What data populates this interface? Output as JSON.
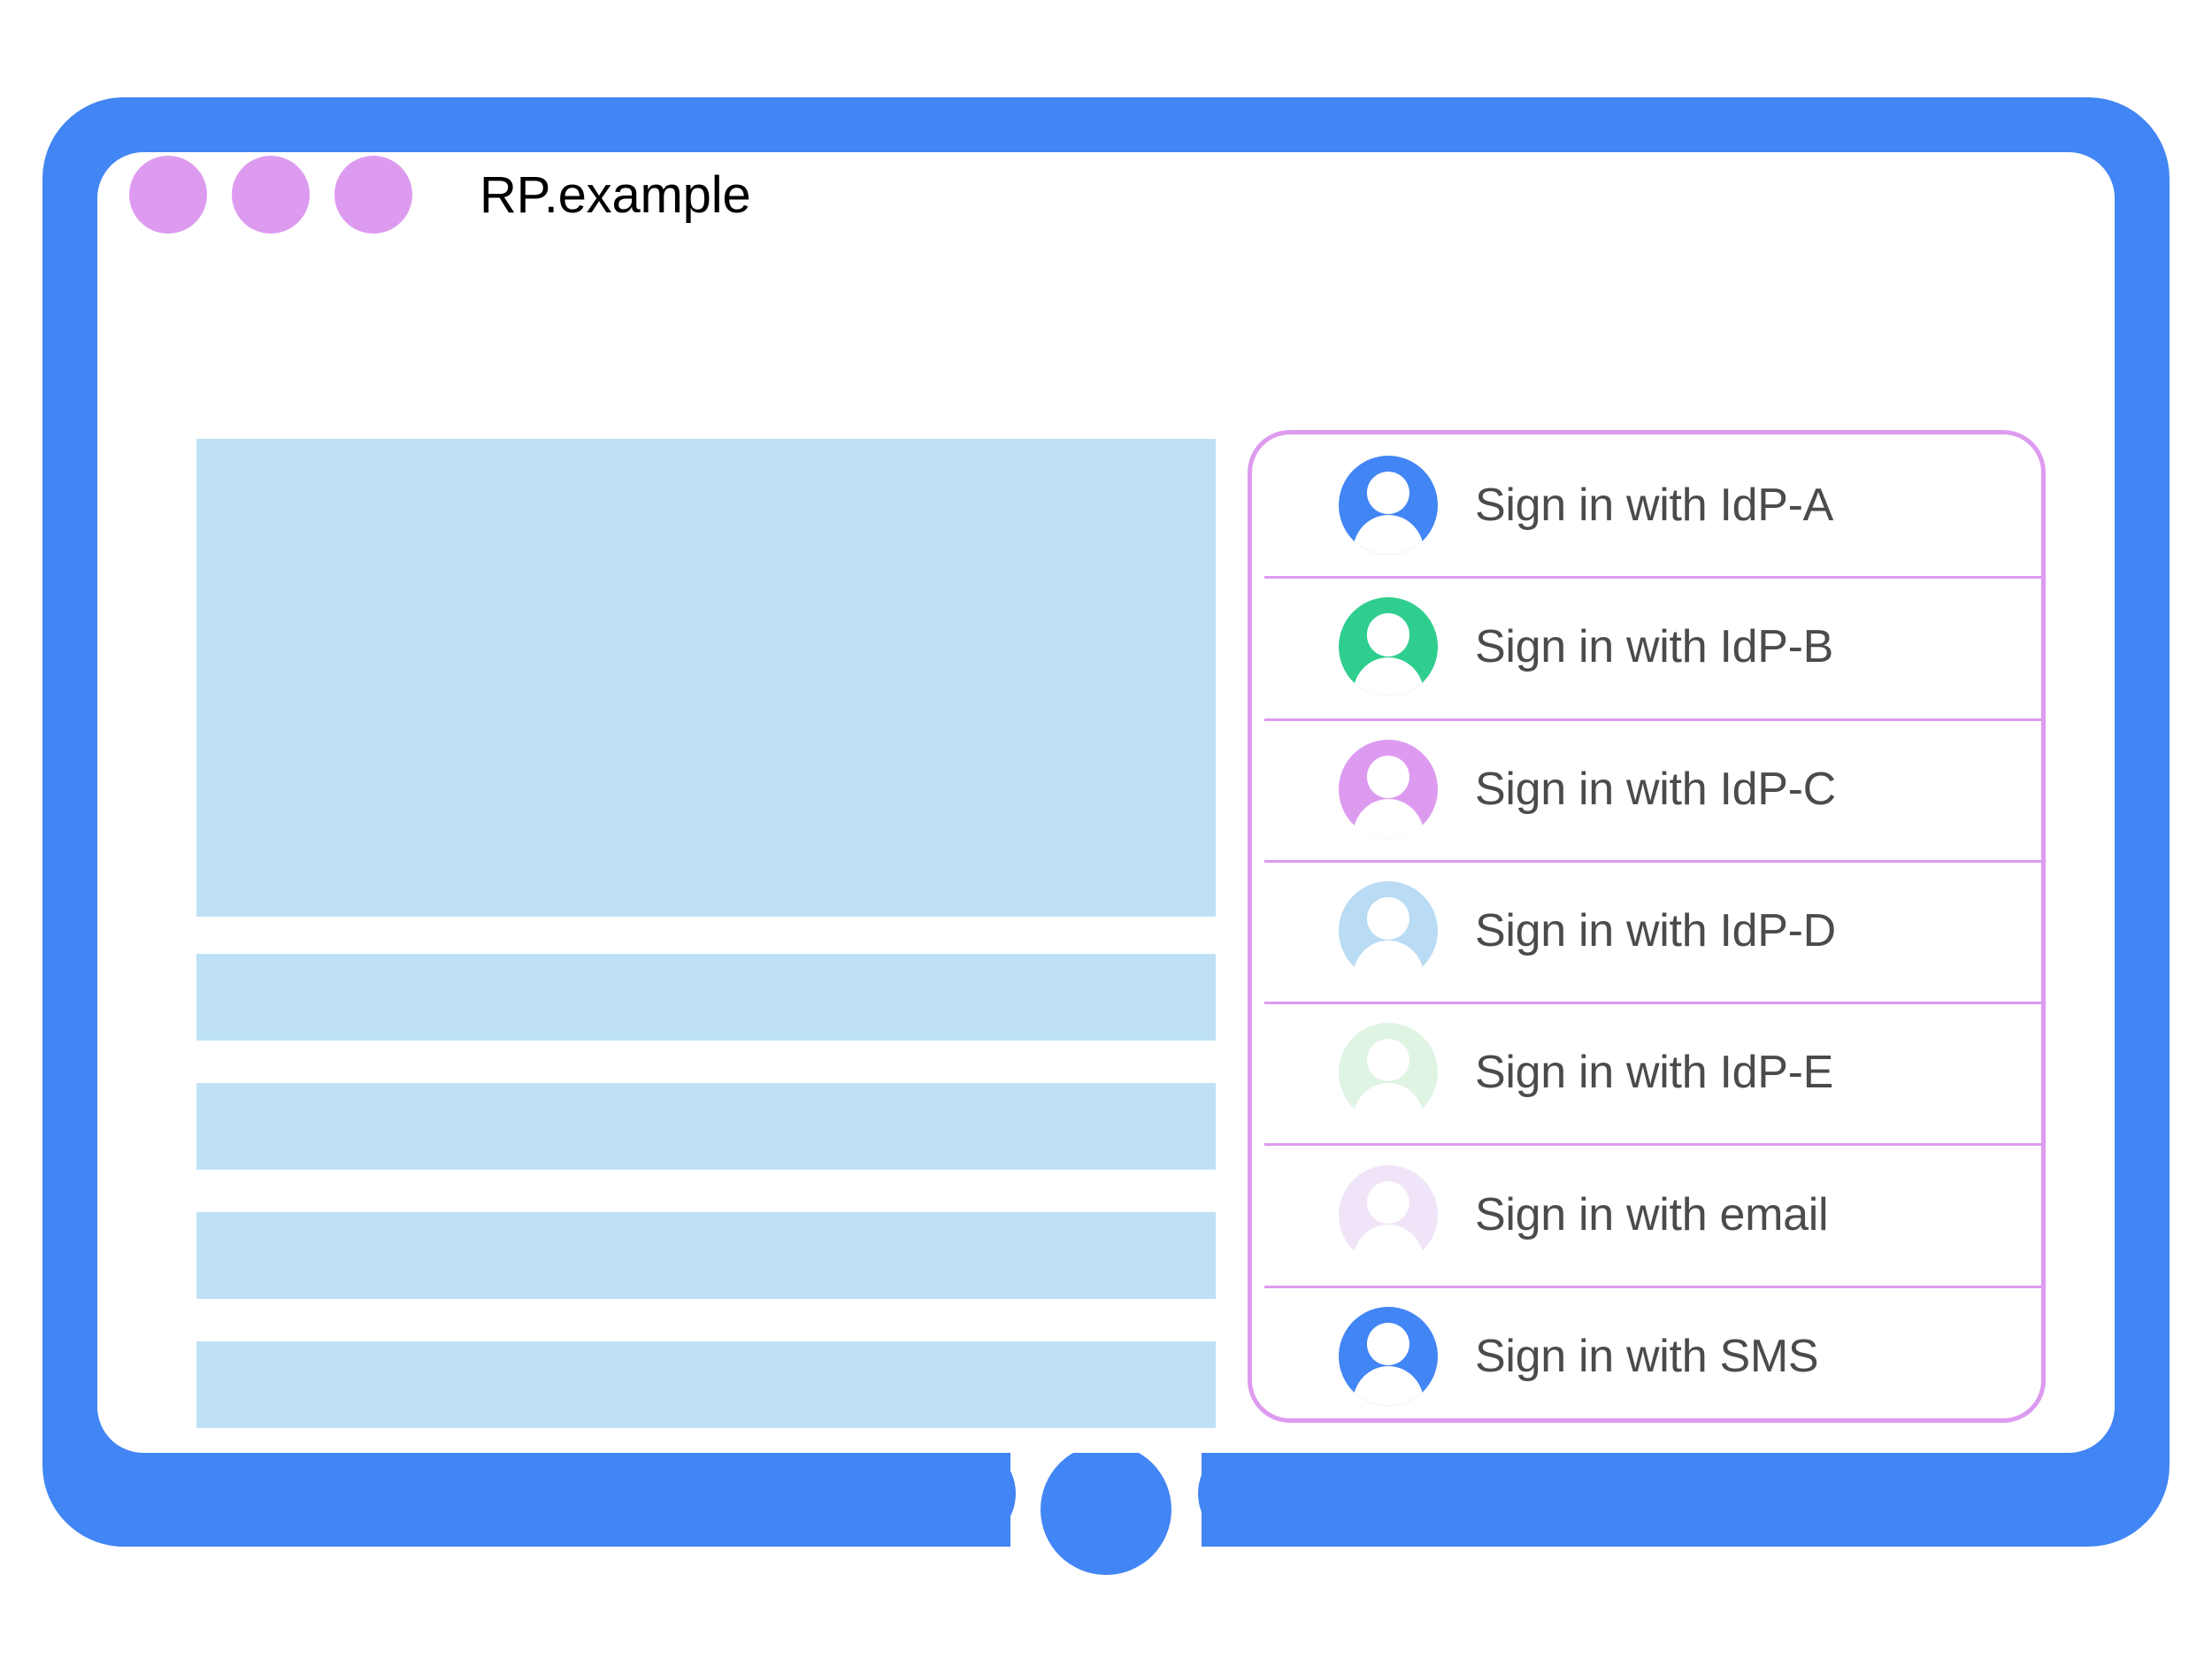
{
  "window": {
    "title": "RP.example",
    "traffic_dots": [
      "dot-1",
      "dot-2",
      "dot-3"
    ],
    "dot_color": "#dd9bf0",
    "frame_color": "#4285f4",
    "page_background": "#ffffff"
  },
  "content": {
    "placeholder_color": "#bfe1f6",
    "blocks": [
      {
        "name": "hero-placeholder",
        "kind": "hero"
      },
      {
        "name": "text-placeholder-1",
        "kind": "bar"
      },
      {
        "name": "text-placeholder-2",
        "kind": "bar"
      },
      {
        "name": "text-placeholder-3",
        "kind": "bar"
      },
      {
        "name": "text-placeholder-4",
        "kind": "bar"
      }
    ]
  },
  "account_panel": {
    "border_color": "#dd9bf0",
    "divider_color": "#dd9bf0",
    "label_color": "#4b4b4b",
    "items": [
      {
        "label": "Sign in with IdP-A",
        "icon": "account-avatar-icon",
        "avatar_color": "#4285f4"
      },
      {
        "label": "Sign in with IdP-B",
        "icon": "account-avatar-icon",
        "avatar_color": "#2fce8f"
      },
      {
        "label": "Sign in with IdP-C",
        "icon": "account-avatar-icon",
        "avatar_color": "#dd9bf0"
      },
      {
        "label": "Sign in with IdP-D",
        "icon": "account-avatar-icon",
        "avatar_color": "#b9dcf4"
      },
      {
        "label": "Sign in with IdP-E",
        "icon": "account-avatar-icon",
        "avatar_color": "#dff4e3"
      },
      {
        "label": "Sign in with email",
        "icon": "account-avatar-icon",
        "avatar_color": "#f0e4f8"
      },
      {
        "label": "Sign in with SMS",
        "icon": "account-avatar-icon",
        "avatar_color": "#4285f4"
      }
    ]
  }
}
